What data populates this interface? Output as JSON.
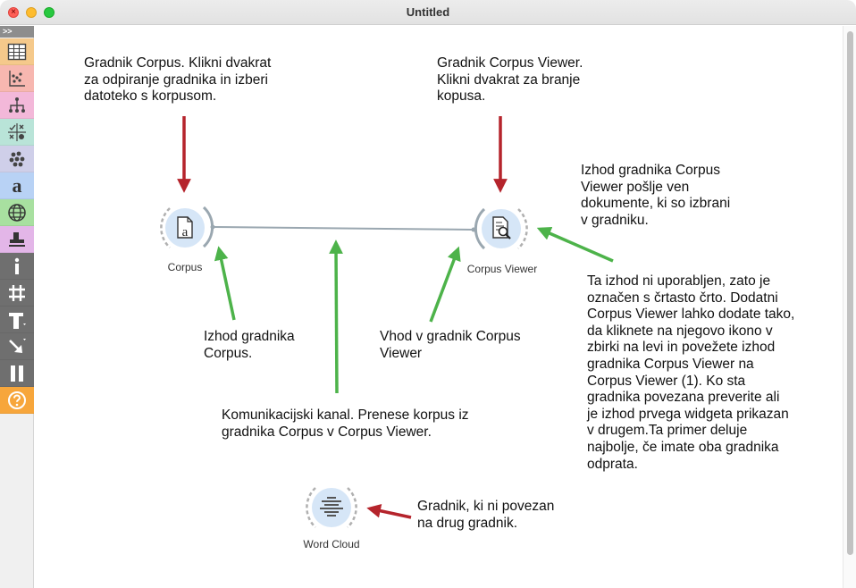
{
  "window": {
    "title": "Untitled"
  },
  "toolbox": {
    "expand_label": ">>",
    "categories": [
      {
        "name": "data",
        "color": "#f5c98b"
      },
      {
        "name": "visualize",
        "color": "#f7b7b0"
      },
      {
        "name": "model",
        "color": "#f3b8d9"
      },
      {
        "name": "evaluate",
        "color": "#b9e4d8"
      },
      {
        "name": "unsupervised",
        "color": "#cfcfe9"
      },
      {
        "name": "text-mining",
        "color": "#b8d2f5"
      },
      {
        "name": "geo",
        "color": "#a8e0a0"
      },
      {
        "name": "prototypes",
        "color": "#e3b6e8"
      },
      {
        "name": "info"
      },
      {
        "name": "grid"
      },
      {
        "name": "text"
      },
      {
        "name": "arrow"
      },
      {
        "name": "pause"
      },
      {
        "name": "help",
        "color": "#f7a63b"
      }
    ]
  },
  "notes": {
    "corpus_widget": "Gradnik Corpus. Klikni dvakrat\nza odpiranje gradnika in izberi\ndatoteko s korpusom.",
    "viewer_widget": "Gradnik Corpus Viewer.\nKlikni dvakrat za branje\nkopusa.",
    "viewer_output": "Izhod gradnika Corpus\nViewer pošlje ven\ndokumente, ki so izbrani\nv gradniku.",
    "unused_output": "Ta izhod ni uporabljen, zato je\noznačen s črtasto črto. Dodatni\nCorpus Viewer lahko dodate tako,\nda kliknete na njegovo ikono v\nzbirki na levi in povežete izhod\ngradnika Corpus Viewer na\nCorpus Viewer (1). Ko sta\ngradnika povezana preverite ali\nje izhod prvega widgeta prikazan\nv drugem.Ta primer deluje\nnajbolje, če imate oba gradnika\nodprata.",
    "corpus_output": "Izhod gradnika\nCorpus.",
    "viewer_input": "Vhod v gradnik Corpus\nViewer",
    "channel": "Komunikacijski kanal. Prenese korpus iz\ngradnika Corpus v Corpus Viewer.",
    "unconnected": "Gradnik, ki ni povezan\nna drug gradnik."
  },
  "widgets": {
    "corpus": "Corpus",
    "corpus_viewer": "Corpus Viewer",
    "word_cloud": "Word Cloud"
  },
  "colors": {
    "arrow_red": "#b5242c",
    "arrow_green": "#4db34a",
    "node_fill": "#d6e6f7",
    "link": "#9aa7b0"
  }
}
